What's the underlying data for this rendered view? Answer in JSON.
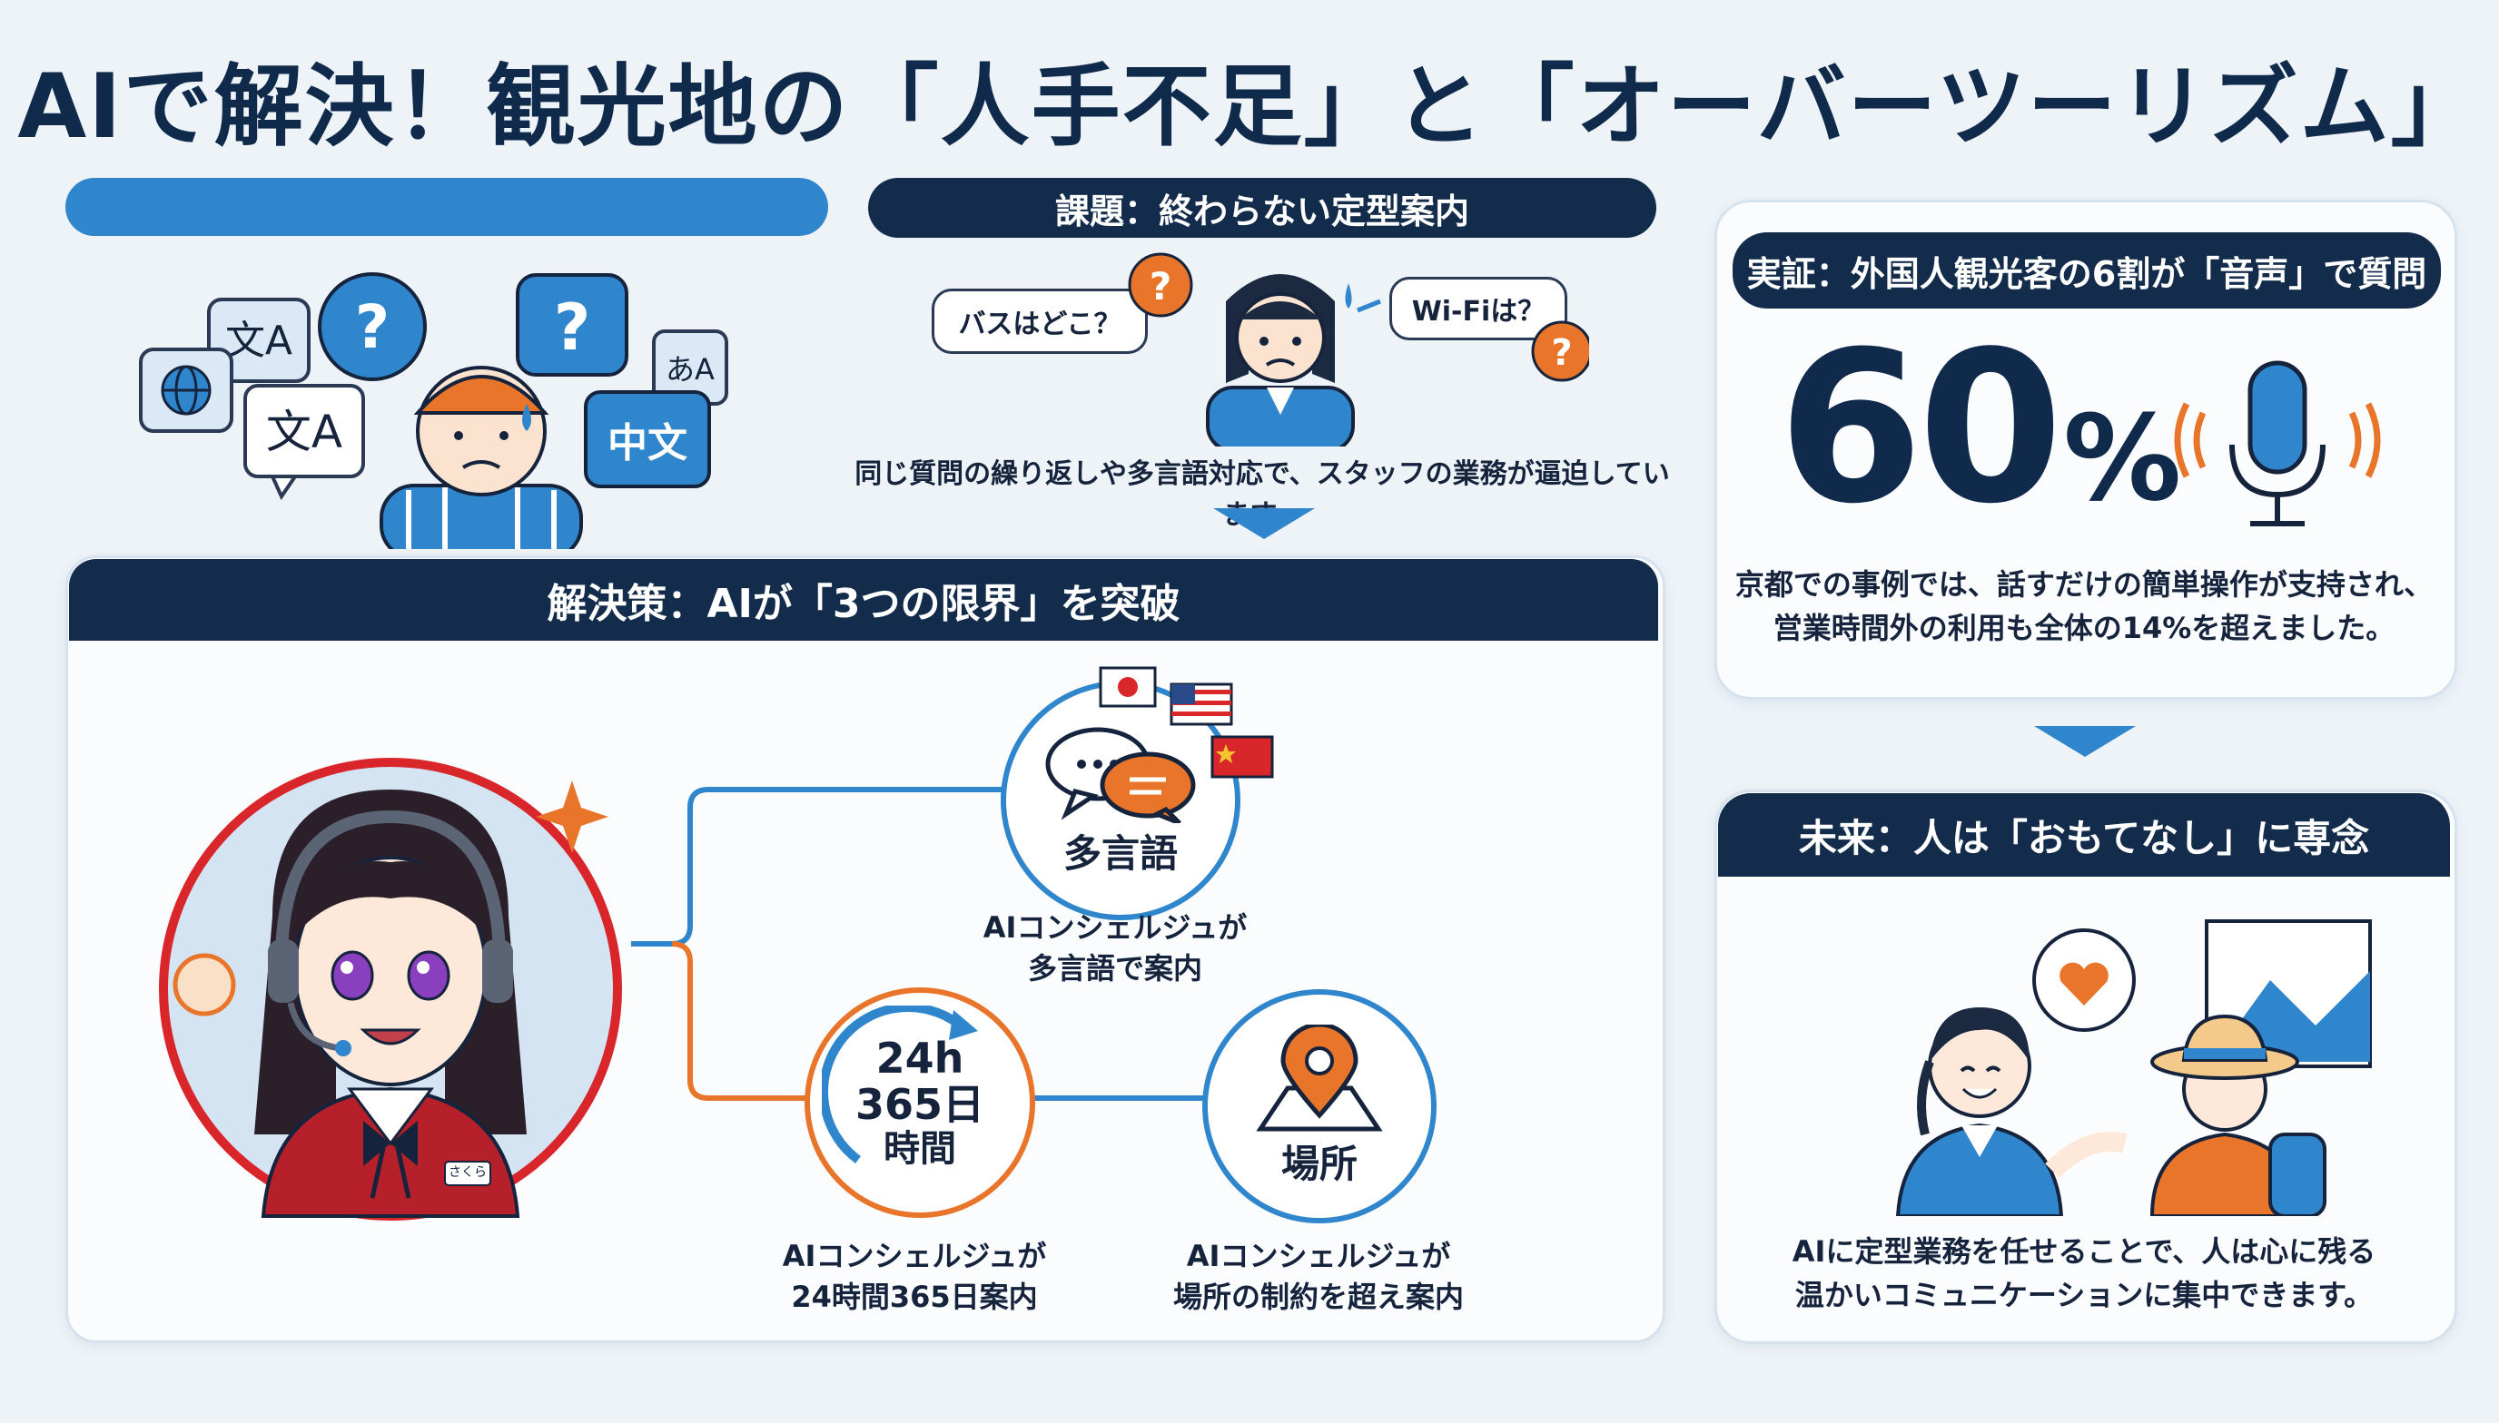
{
  "title": "AIで解決！観光地の「人手不足」と「オーバーツーリズム」",
  "problem": {
    "heading": "課題：終わらない定型案内",
    "bubble_bus": "バスはどこ？",
    "bubble_wifi": "Wi-Fiは？",
    "chinese_label": "中文",
    "text": "同じ質問の繰り返しや多言語対応で、スタッフの業務が逼迫しています。"
  },
  "solution": {
    "heading": "解決策：AIが「3つの限界」を突破",
    "badge_name": "さくら",
    "multilingual": {
      "label": "多言語",
      "caption_line1": "AIコンシェルジュが",
      "caption_line2": "多言語で案内"
    },
    "time": {
      "line1": "24h",
      "line2": "365日",
      "line3": "時間",
      "caption_line1": "AIコンシェルジュが",
      "caption_line2": "24時間365日案内"
    },
    "place": {
      "label": "場所",
      "caption_line1": "AIコンシェルジュが",
      "caption_line2": "場所の制約を超え案内"
    }
  },
  "evidence": {
    "heading": "実証：外国人観光客の6割が「音声」で質問",
    "percent_number": "60",
    "percent_sign": "%",
    "text_line1": "京都での事例では、話すだけの簡単操作が支持され、",
    "text_line2": "営業時間外の利用も全体の14%を超えました。"
  },
  "future": {
    "heading": "未来：人は「おもてなし」に専念",
    "text_line1": "AIに定型業務を任せることで、人は心に残る",
    "text_line2": "温かいコミュニケーションに集中できます。"
  },
  "colors": {
    "navy": "#132c4c",
    "blue": "#2f86cc",
    "orange": "#e8752a",
    "red": "#d9262b"
  },
  "icons": [
    "translate-icon",
    "globe-icon",
    "question-icon",
    "microphone-icon",
    "location-pin-icon",
    "heart-icon",
    "chat-icon",
    "clock-arrow-icon"
  ]
}
